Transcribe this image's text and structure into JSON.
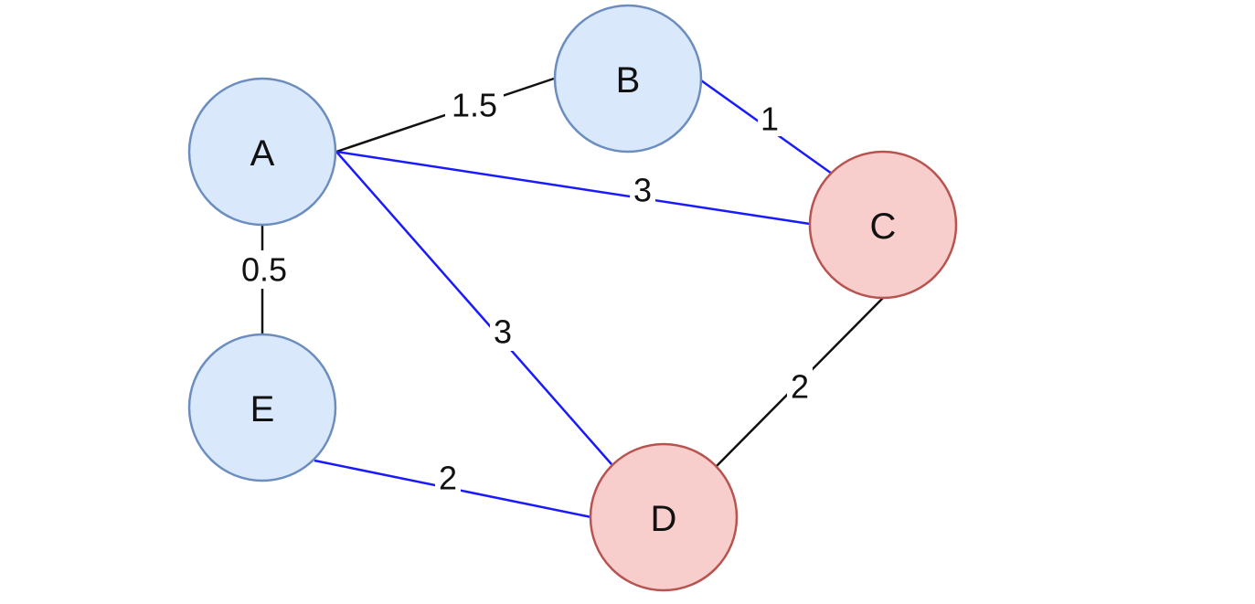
{
  "colors": {
    "normal_node_fill": "#dae8fc",
    "normal_node_stroke": "#6c8ebf",
    "highlight_node_fill": "#f8cecc",
    "highlight_node_stroke": "#b85450",
    "normal_edge": "#111111",
    "highlight_edge": "#1a1aff",
    "background": "#ffffff"
  },
  "graph": {
    "nodes": [
      {
        "id": "A",
        "label": "A",
        "highlighted": false
      },
      {
        "id": "B",
        "label": "B",
        "highlighted": false
      },
      {
        "id": "C",
        "label": "C",
        "highlighted": true
      },
      {
        "id": "D",
        "label": "D",
        "highlighted": true
      },
      {
        "id": "E",
        "label": "E",
        "highlighted": false
      }
    ],
    "edges": [
      {
        "id": "A-B",
        "from": "A",
        "to": "B",
        "weight": "1.5",
        "highlighted": false
      },
      {
        "id": "B-C",
        "from": "B",
        "to": "C",
        "weight": "1",
        "highlighted": true
      },
      {
        "id": "A-C",
        "from": "A",
        "to": "C",
        "weight": "3",
        "highlighted": true
      },
      {
        "id": "A-D",
        "from": "A",
        "to": "D",
        "weight": "3",
        "highlighted": true
      },
      {
        "id": "A-E",
        "from": "A",
        "to": "E",
        "weight": "0.5",
        "highlighted": false
      },
      {
        "id": "C-D",
        "from": "C",
        "to": "D",
        "weight": "2",
        "highlighted": false
      },
      {
        "id": "E-D",
        "from": "E",
        "to": "D",
        "weight": "2",
        "highlighted": true
      }
    ]
  }
}
